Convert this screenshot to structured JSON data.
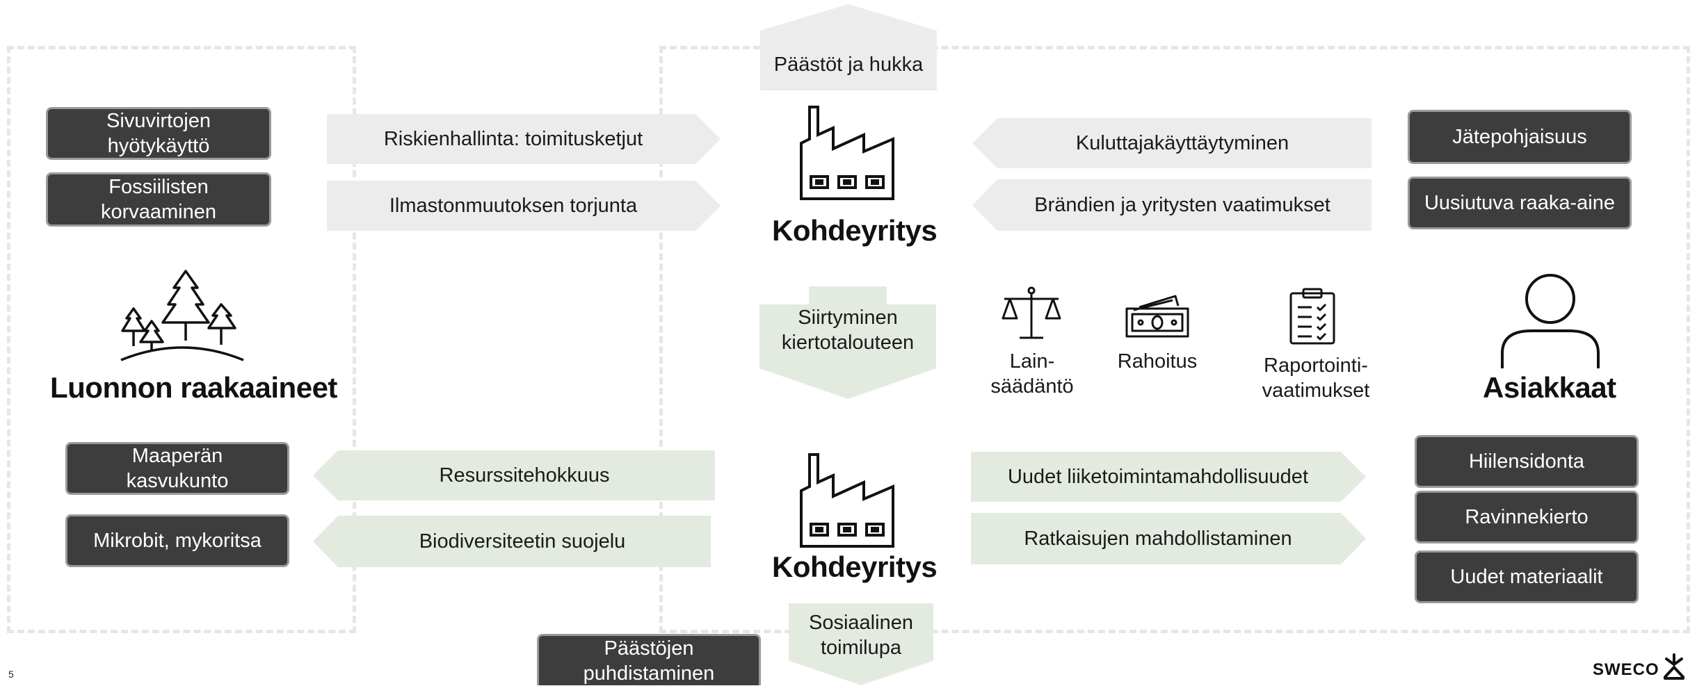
{
  "left_top_boxes": [
    "Sivuvirtojen\nhyötykäyttö",
    "Fossiilisten\nkorvaaminen"
  ],
  "left_bottom_boxes": [
    "Maaperän\nkasvukunto",
    "Mikrobit, mykoritsa"
  ],
  "right_top_boxes": [
    "Jätepohjaisuus",
    "Uusiutuva raaka-aine"
  ],
  "right_bottom_boxes": [
    "Hiilensidonta",
    "Ravinnekierto",
    "Uudet materiaalit"
  ],
  "top_left_arrows": [
    "Riskienhallinta: toimitusketjut",
    "Ilmastonmuutoksen torjunta"
  ],
  "top_right_arrows": [
    "Kuluttajakäyttäytyminen",
    "Brändien ja yritysten vaatimukset"
  ],
  "bottom_left_arrows": [
    "Resurssitehokkuus",
    "Biodiversiteetin suojelu"
  ],
  "bottom_right_arrows": [
    "Uudet liiketoimintamahdollisuudet",
    "Ratkaisujen mahdollistaminen"
  ],
  "center": {
    "top_arrow": "Päästöt ja hukka",
    "middle_arrow": "Siirtyminen\nkiertotalouteen",
    "bottom_arrow": "Sosiaalinen\ntoimilupa",
    "company_top": "Kohdeyritys",
    "company_bottom": "Kohdeyritys"
  },
  "nature_label": "Luonnon raakaaineet",
  "customer_label": "Asiakkaat",
  "drivers": [
    "Lain-\nsäädäntö",
    "Rahoitus",
    "Raportointi-\nvaatimukset"
  ],
  "bottom_box": "Päästöjen\npuhdistaminen",
  "page_number": "5",
  "brand": "SWECO",
  "icons": [
    "factory-icon",
    "forest-icon",
    "person-icon",
    "scales-icon",
    "money-icon",
    "clipboard-icon",
    "sweco-logo-icon"
  ],
  "colors": {
    "dark_box": "#3d3d3d",
    "gray_arrow": "#ececec",
    "green_arrow": "#e3ebe1",
    "dashed": "#e6e6e6"
  }
}
